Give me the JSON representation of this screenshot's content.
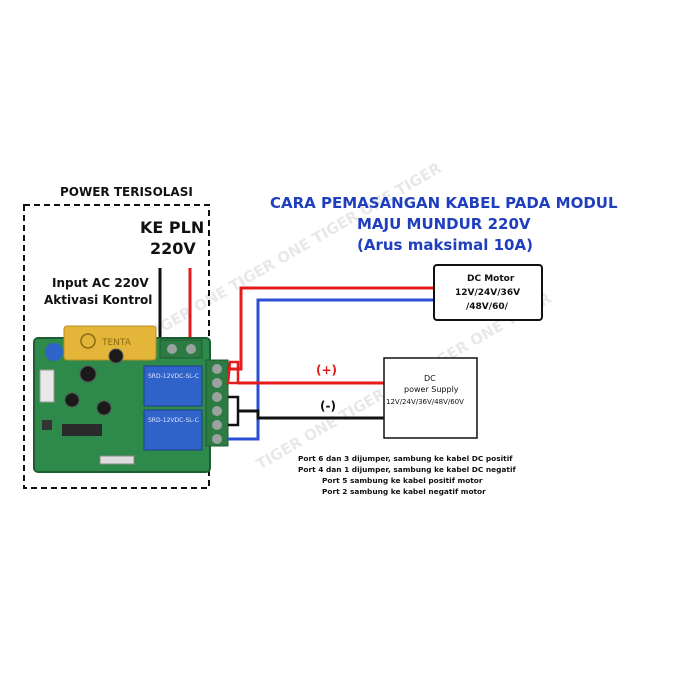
{
  "title": {
    "line1": "CARA PEMASANGAN KABEL PADA MODUL",
    "line2": "MAJU MUNDUR 220V",
    "line3": "(Arus maksimal 10A)"
  },
  "isolation_box": {
    "label": "POWER TERISOLASI"
  },
  "pln": {
    "line1": "KE PLN",
    "line2": "220V"
  },
  "input_ac": {
    "line1": "Input AC 220V",
    "line2": "Aktivasi Kontrol"
  },
  "dc_motor": {
    "line1": "DC Motor",
    "line2": "12V/24V/36V",
    "line3": "/48V/60/"
  },
  "power_supply": {
    "line1": "DC",
    "line2": "power Supply",
    "line3": "12V/24V/36V/48V/60V"
  },
  "polarity": {
    "positive": "(+)",
    "negative": "(-)"
  },
  "notes": [
    "Port 6 dan 3 dijumper, sambung ke kabel DC positif",
    "Port 4 dan 1 dijumper, sambung ke kabel DC negatif",
    "Port 5 sambung ke kabel positif motor",
    "Port 2 sambung ke kabel negatif motor"
  ],
  "board": {
    "capacitor_text": "TENTA",
    "relay_text": "SRD-12VDC-SL-C"
  },
  "watermark": "TIGER ONE TIGER ONE TIGER ONE TIGER",
  "colors": {
    "title": "#1f3fbf",
    "red_wire": "#e31b1b",
    "blue_wire": "#2a4fd6",
    "black_wire": "#111111",
    "pcb": "#2e8a4a",
    "relay": "#2f63c9",
    "capacitor": "#e3b63a",
    "terminal": "#2d7a43"
  }
}
